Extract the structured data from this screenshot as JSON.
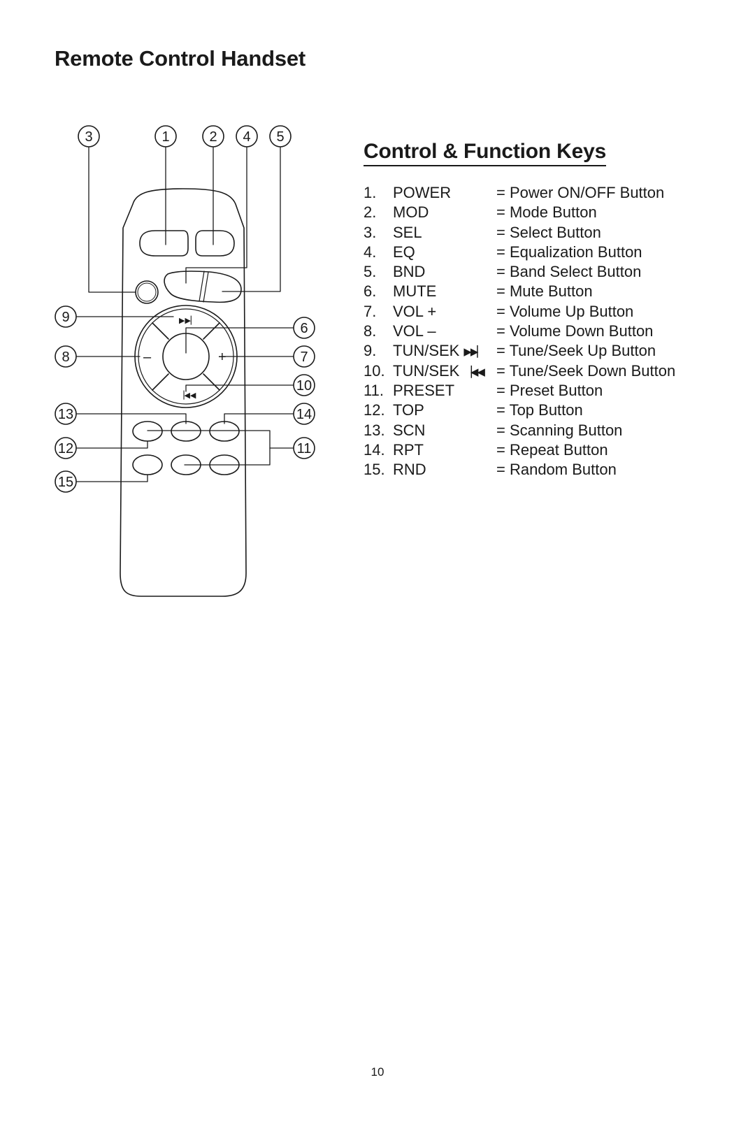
{
  "page": {
    "title": "Remote Control Handset",
    "section_title": "Control & Function Keys",
    "page_number": "10"
  },
  "keys": [
    {
      "num": "1.",
      "abbr": "POWER",
      "glyph": "",
      "desc": "= Power ON/OFF Button"
    },
    {
      "num": "2.",
      "abbr": "MOD",
      "glyph": "",
      "desc": "= Mode Button"
    },
    {
      "num": "3.",
      "abbr": "SEL",
      "glyph": "",
      "desc": "= Select Button"
    },
    {
      "num": "4.",
      "abbr": "EQ",
      "glyph": "",
      "desc": "= Equalization Button"
    },
    {
      "num": "5.",
      "abbr": "BND",
      "glyph": "",
      "desc": "= Band Select Button"
    },
    {
      "num": "6.",
      "abbr": "MUTE",
      "glyph": "",
      "desc": "= Mute Button"
    },
    {
      "num": "7.",
      "abbr": "VOL +",
      "glyph": "",
      "desc": "= Volume Up Button"
    },
    {
      "num": "8.",
      "abbr": "VOL –",
      "glyph": "",
      "desc": "= Volume Down Button"
    },
    {
      "num": "9.",
      "abbr": "TUN/SEK",
      "glyph": "▶▶▏",
      "desc": "= Tune/Seek Up Button"
    },
    {
      "num": "10.",
      "abbr": "TUN/SEK",
      "glyph": "▕◀◀",
      "desc": "= Tune/Seek Down Button"
    },
    {
      "num": "11.",
      "abbr": "PRESET",
      "glyph": "",
      "desc": "= Preset Button"
    },
    {
      "num": "12.",
      "abbr": "TOP",
      "glyph": "",
      "desc": "= Top Button"
    },
    {
      "num": "13.",
      "abbr": "SCN",
      "glyph": "",
      "desc": "= Scanning Button"
    },
    {
      "num": "14.",
      "abbr": "RPT",
      "glyph": "",
      "desc": "= Repeat Button"
    },
    {
      "num": "15.",
      "abbr": "RND",
      "glyph": "",
      "desc": "= Random Button"
    }
  ],
  "diagram": {
    "callouts": [
      "1",
      "2",
      "3",
      "4",
      "5",
      "6",
      "7",
      "8",
      "9",
      "10",
      "11",
      "12",
      "13",
      "14",
      "15"
    ],
    "button_glyphs": {
      "seek_up": "▶▶▏",
      "seek_down": "▕◀◀",
      "vol_down": "–",
      "vol_up": "+"
    }
  },
  "colors": {
    "ink": "#1a1a1a",
    "paper": "#ffffff"
  }
}
